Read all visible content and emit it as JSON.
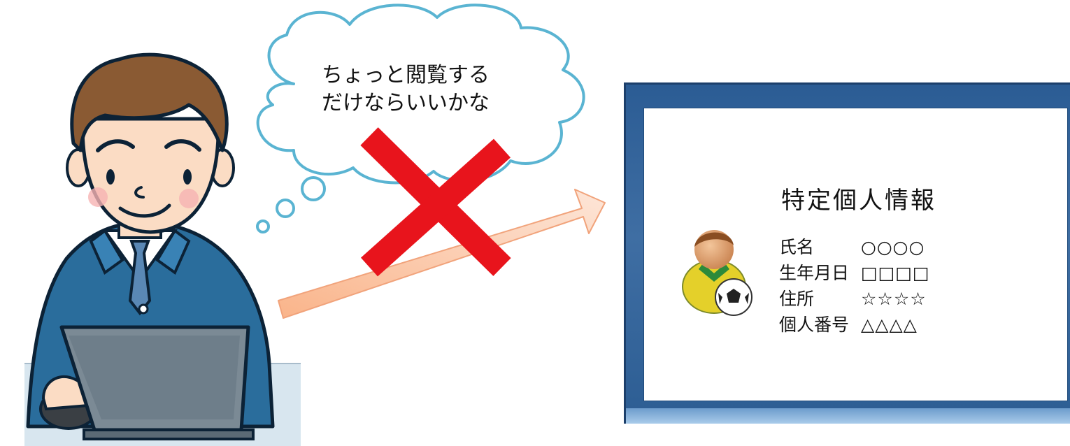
{
  "thought_bubble": {
    "line1": "ちょっと閲覧する",
    "line2": "だけならいいかな"
  },
  "record": {
    "title": "特定個人情報",
    "fields": [
      {
        "label": "氏名",
        "value": "○○○○"
      },
      {
        "label": "生年月日",
        "value": "□□□□"
      },
      {
        "label": "住所",
        "value": "☆☆☆☆"
      },
      {
        "label": "個人番号",
        "value": "△△△△"
      }
    ]
  },
  "colors": {
    "cloud_stroke": "#5ab4d2",
    "cross": "#e8141c",
    "arrow_fill": "#fbc9a8",
    "suit": "#2a6d9c",
    "monitor_frame": "#3a6aa0"
  }
}
